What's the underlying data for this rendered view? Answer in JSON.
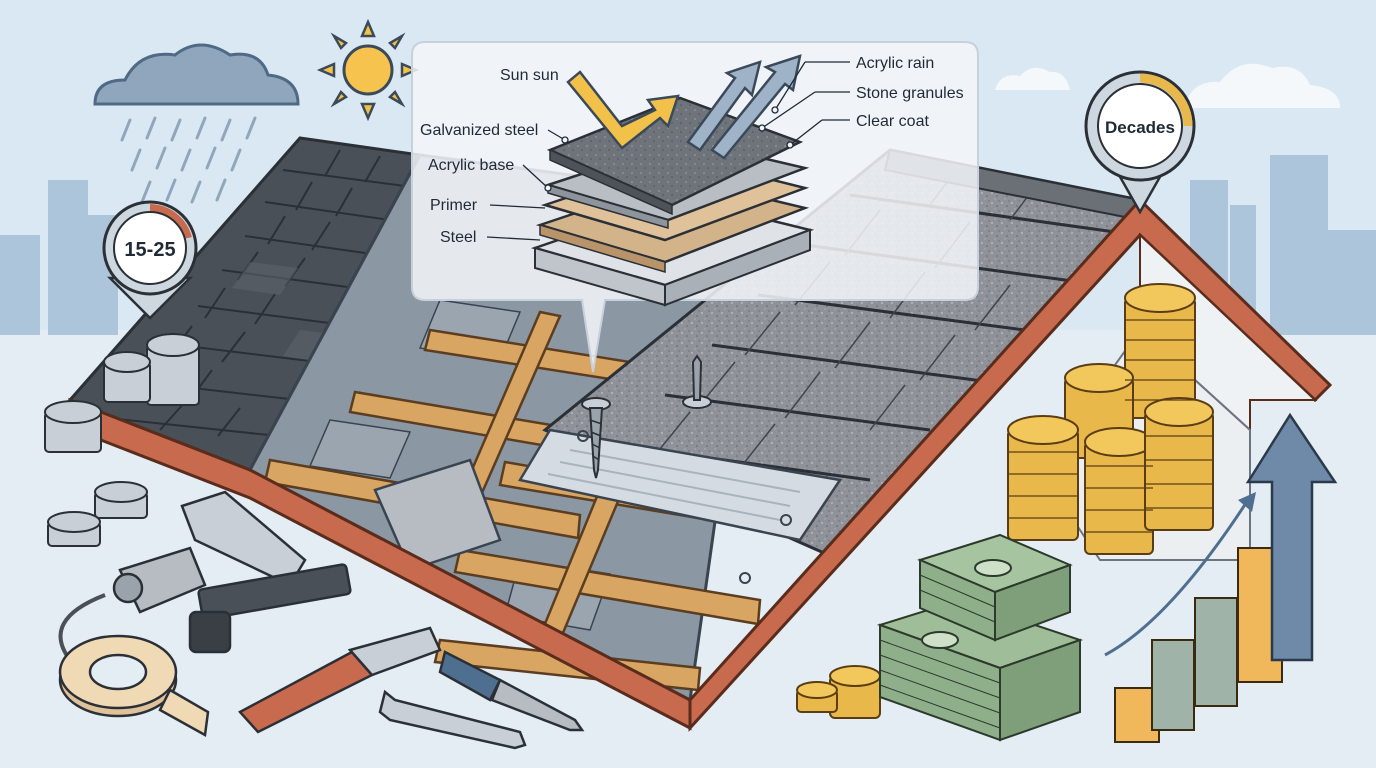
{
  "callout": {
    "labels_left": [
      "Galvanized steel",
      "Acrylic base",
      "Primer",
      "Steel"
    ],
    "label_sun": "Sun sun",
    "labels_right": [
      "Acrylic rain",
      "Stone granules",
      "Clear coat"
    ]
  },
  "badges": {
    "asphalt_lifespan": "15-25",
    "metal_lifespan": "Decades"
  },
  "colors": {
    "sky": "#d9e8f2",
    "asphalt": "#4a5058",
    "stone_coated_steel": "#8f9399",
    "roof_trim": "#c86a4e",
    "batten_wood": "#d9a563",
    "coin_gold": "#e8b84a",
    "coin_silver": "#c9cfd6",
    "cash_green": "#8fae8a",
    "growth_arrow": "#4f6f90"
  },
  "icons": [
    "cloud-rain-icon",
    "sun-icon",
    "nail-gun-icon",
    "tape-roll-icon",
    "utility-knife-icon",
    "screwdriver-icon",
    "wrench-icon",
    "coin-stack-icon",
    "cash-stack-icon",
    "bar-chart-icon",
    "up-arrow-icon",
    "screw-icon"
  ]
}
